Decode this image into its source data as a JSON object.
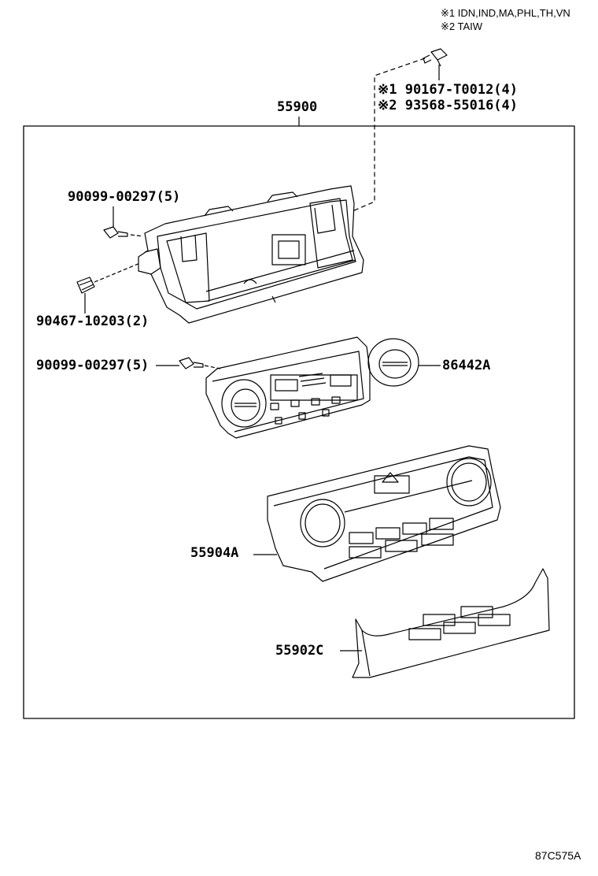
{
  "notes": [
    "※1 IDN,IND,MA,PHL,TH,VN",
    "※2 TAIW"
  ],
  "labels": {
    "bolt_top_1": "※1 90167-T0012(4)",
    "bolt_top_2": "※2 93568-55016(4)",
    "assembly": "55900",
    "screw_upper": "90099-00297(5)",
    "clip": "90467-10203(2)",
    "screw_mid": "90099-00297(5)",
    "control_panel": "86442A",
    "bezel_panel": "55904A",
    "cover_plate": "55902C"
  },
  "reference_code": "87C575A"
}
